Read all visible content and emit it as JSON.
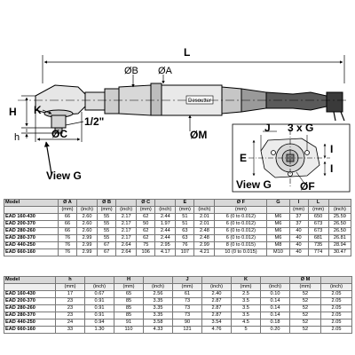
{
  "labels": {
    "L": "L",
    "OB": "ØB",
    "OA": "ØA",
    "H": "H",
    "K": "K",
    "h": "h",
    "half_inch": "1/2\"",
    "OC": "ØC",
    "OM": "ØM",
    "view_g": "View G",
    "J": "J",
    "three_g": "3 x G",
    "E": "E",
    "I": "I",
    "OF": "ØF",
    "view_g_inset": "View G",
    "tool_brand": "Desoutter"
  },
  "table1": {
    "header": [
      "Model",
      "Ø A",
      "",
      "Ø B",
      "",
      "Ø C",
      "",
      "E",
      "",
      "Ø F",
      "G",
      "I",
      "L",
      ""
    ],
    "units": [
      "",
      "(mm)",
      "(inch)",
      "(mm)",
      "(inch)",
      "(mm)",
      "(inch)",
      "(mm)",
      "(inch)",
      "(mm)",
      "",
      "(mm)",
      "(mm)",
      "(inch)"
    ],
    "rows": [
      [
        "EAD 160-430",
        "66",
        "2.60",
        "55",
        "2.17",
        "62",
        "2.44",
        "51",
        "2.01",
        "6 (0 to 0.012)",
        "M6",
        "37",
        "650",
        "25.59"
      ],
      [
        "EAD 200-370",
        "66",
        "2.60",
        "55",
        "2.17",
        "50",
        "1.97",
        "51",
        "2.01",
        "6 (0 to 0.012)",
        "M6",
        "37",
        "673",
        "26.50"
      ],
      [
        "EAD 280-260",
        "66",
        "2.60",
        "55",
        "2.17",
        "62",
        "2.44",
        "63",
        "2.48",
        "6 (0 to 0.012)",
        "M6",
        "40",
        "673",
        "26.50"
      ],
      [
        "EAD 280-370",
        "76",
        "2.99",
        "55",
        "2.17",
        "62",
        "2.44",
        "63",
        "2.48",
        "6 (0 to 0.012)",
        "M6",
        "40",
        "681",
        "26.81"
      ],
      [
        "EAD 440-250",
        "76",
        "2.99",
        "67",
        "2.64",
        "75",
        "2.95",
        "76",
        "2.99",
        "8 (0 to 0.015)",
        "M8",
        "40",
        "735",
        "28.94"
      ],
      [
        "EAD 660-160",
        "76",
        "2.99",
        "67",
        "2.64",
        "106",
        "4.17",
        "107",
        "4.21",
        "10 (0 to 0.015)",
        "M10",
        "40",
        "774",
        "30.47"
      ]
    ]
  },
  "table2": {
    "header": [
      "Model",
      "h",
      "",
      "H",
      "",
      "J",
      "",
      "K",
      "",
      "Ø M",
      ""
    ],
    "units": [
      "",
      "(mm)",
      "(inch)",
      "(mm)",
      "(inch)",
      "(mm)",
      "(inch)",
      "(mm)",
      "(inch)",
      "(mm)",
      "(inch)"
    ],
    "rows": [
      [
        "EAD 160-430",
        "17",
        "0.67",
        "65",
        "2.56",
        "61",
        "2.40",
        "2.5",
        "0.10",
        "52",
        "2.05"
      ],
      [
        "EAD 200-370",
        "23",
        "0.91",
        "85",
        "3.35",
        "73",
        "2.87",
        "3.5",
        "0.14",
        "52",
        "2.05"
      ],
      [
        "EAD 280-260",
        "23",
        "0.91",
        "85",
        "3.35",
        "73",
        "2.87",
        "3.5",
        "0.14",
        "52",
        "2.05"
      ],
      [
        "EAD 280-370",
        "23",
        "0.91",
        "85",
        "3.35",
        "73",
        "2.87",
        "3.5",
        "0.14",
        "52",
        "2.05"
      ],
      [
        "EAD 440-250",
        "24",
        "0.94",
        "91",
        "3.58",
        "90",
        "3.54",
        "4.5",
        "0.18",
        "52",
        "2.05"
      ],
      [
        "EAD 660-160",
        "33",
        "1.30",
        "110",
        "4.33",
        "121",
        "4.76",
        "5",
        "0.20",
        "52",
        "2.05"
      ]
    ]
  }
}
